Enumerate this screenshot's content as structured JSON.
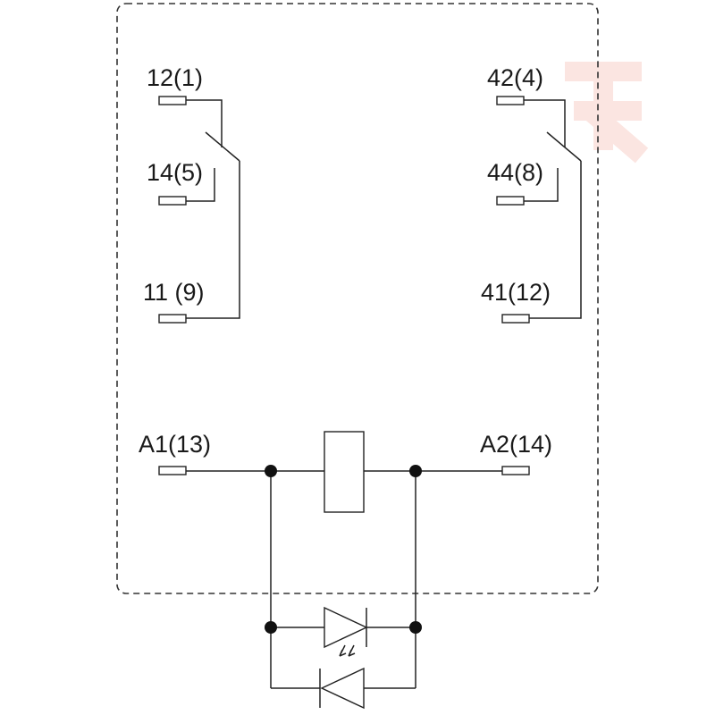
{
  "watermark": {
    "color": "#fbe5e1"
  },
  "terminals": {
    "t12": "12(1)",
    "t14": "14(5)",
    "t11": "11 (9)",
    "t42": "42(4)",
    "t44": "44(8)",
    "t41": "41(12)",
    "a1": "A1(13)",
    "a2": "A2(14)"
  }
}
